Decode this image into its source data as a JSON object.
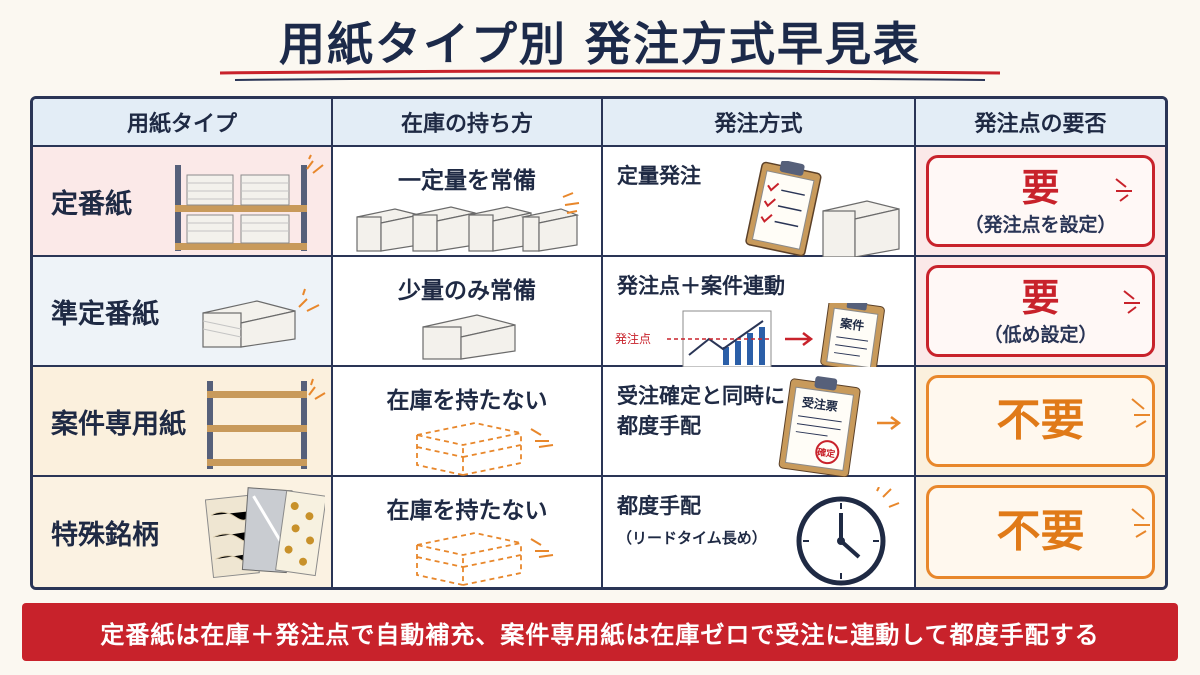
{
  "title": "用紙タイプ別 発注方式早見表",
  "headers": [
    "用紙タイプ",
    "在庫の持ち方",
    "発注方式",
    "発注点の要否"
  ],
  "rows": [
    {
      "type": "定番紙",
      "holding": "一定量を常備",
      "method": "定量発注",
      "method_sub": "",
      "required": "要",
      "required_note": "（発注点を設定）",
      "level": "required"
    },
    {
      "type": "準定番紙",
      "holding": "少量のみ常備",
      "method": "発注点＋案件連動",
      "method_sub": "",
      "required": "要",
      "required_note": "（低め設定）",
      "level": "required"
    },
    {
      "type": "案件専用紙",
      "holding": "在庫を持たない",
      "method": "受注確定と同時に\n都度手配",
      "method_sub": "",
      "required": "不要",
      "required_note": "",
      "level": "not-required"
    },
    {
      "type": "特殊銘柄",
      "holding": "在庫を持たない",
      "method": "都度手配",
      "method_sub": "（リードタイム長め）",
      "required": "不要",
      "required_note": "",
      "level": "not-required"
    }
  ],
  "illustration_labels": {
    "reorder_point": "発注点",
    "project_card": "案件",
    "order_slip": "受注票",
    "stamp": "確定"
  },
  "icons": [
    "shelf-icon",
    "paper-stack-icon",
    "clipboard-checklist-icon",
    "chart-icon",
    "arrow-icon",
    "dashed-paper-icon",
    "order-slip-icon",
    "clock-icon",
    "sample-sheets-icon"
  ],
  "colors": {
    "red": "#c8222b",
    "orange": "#e8872b",
    "navy": "#2a3556"
  },
  "banner": "定番紙は在庫＋発注点で自動補充、案件専用紙は在庫ゼロで受注に連動して都度手配する"
}
